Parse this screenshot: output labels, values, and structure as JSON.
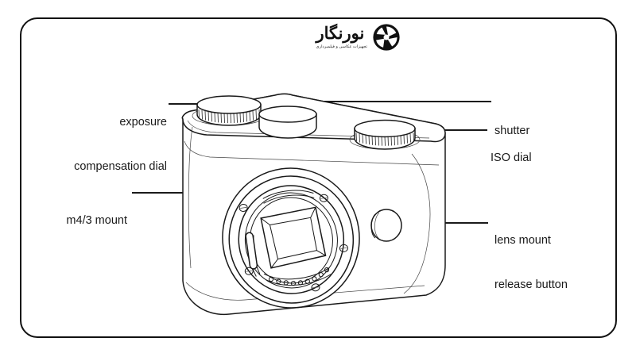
{
  "page": {
    "background_color": "#ffffff",
    "frame_color": "#111111"
  },
  "logo": {
    "brand_name": "نورنگار",
    "tagline": "تجهیزات عکاسی و فیلمبرداری",
    "mark_name": "camera-shutter-aperture-icon",
    "color": "#111111"
  },
  "diagram": {
    "subject": "mirrorless camera body front view",
    "line_color": "#1a1a1a",
    "callouts": [
      {
        "id": "exposure-compensation-dial",
        "label_line_1": "exposure",
        "label_line_2": "compensation dial",
        "side": "left"
      },
      {
        "id": "shutter",
        "label_line_1": "shutter",
        "label_line_2": "",
        "side": "right"
      },
      {
        "id": "iso-dial",
        "label_line_1": "ISO dial",
        "label_line_2": "",
        "side": "right"
      },
      {
        "id": "m43-mount",
        "label_line_1": "m4/3 mount",
        "label_line_2": "",
        "side": "left"
      },
      {
        "id": "lens-mount-release-button",
        "label_line_1": "lens mount",
        "label_line_2": "release button",
        "side": "right"
      }
    ]
  }
}
